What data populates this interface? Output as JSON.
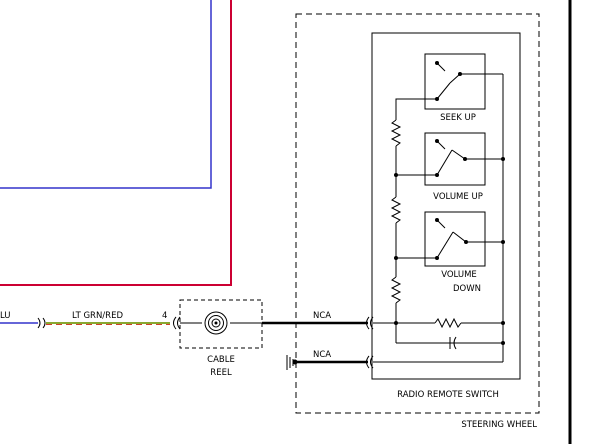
{
  "wires": {
    "left_stub_label": "LU",
    "cable_color_label": "LT GRN/RED",
    "pin_number": "4",
    "nca_upper": "NCA",
    "nca_lower": "NCA",
    "colors": {
      "blue": "#3333cc",
      "red": "#cc0033",
      "lt_grn": "#8aa832",
      "red_stripe": "#d0402a",
      "black": "#000000"
    }
  },
  "cable_reel": {
    "label_line1": "CABLE",
    "label_line2": "REEL"
  },
  "switches": [
    {
      "label_line1": "SEEK UP",
      "label_line2": ""
    },
    {
      "label_line1": "VOLUME UP",
      "label_line2": ""
    },
    {
      "label_line1": "VOLUME",
      "label_line2": "DOWN"
    }
  ],
  "radio_remote_switch": {
    "label": "RADIO REMOTE SWITCH"
  },
  "steering_wheel": {
    "label": "STEERING WHEEL"
  }
}
